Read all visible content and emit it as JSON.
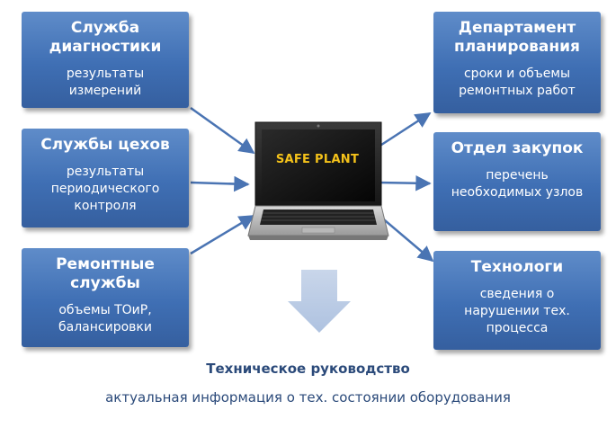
{
  "left_boxes": [
    {
      "title": "Служба диагностики",
      "subtitle": "результаты измерений"
    },
    {
      "title": "Службы цехов",
      "subtitle": "результаты периодического контроля"
    },
    {
      "title": "Ремонтные службы",
      "subtitle": "объемы ТОиР, балансировки"
    }
  ],
  "right_boxes": [
    {
      "title": "Департамент планирования",
      "subtitle": "сроки и объемы ремонтных работ"
    },
    {
      "title": "Отдел закупок",
      "subtitle": "перечень необходимых узлов"
    },
    {
      "title": "Технологи",
      "subtitle": "сведения о нарушении тех. процесса"
    }
  ],
  "laptop": {
    "screen_text": "SAFE PLANT"
  },
  "footer": {
    "title": "Техническое руководство",
    "subtitle": "актуальная информация о тех. состоянии оборудования"
  },
  "colors": {
    "box": "#4a78bb",
    "arrow": "#4a74b3",
    "screen_text": "#f4c21a",
    "footer_text": "#2b4a7a"
  }
}
